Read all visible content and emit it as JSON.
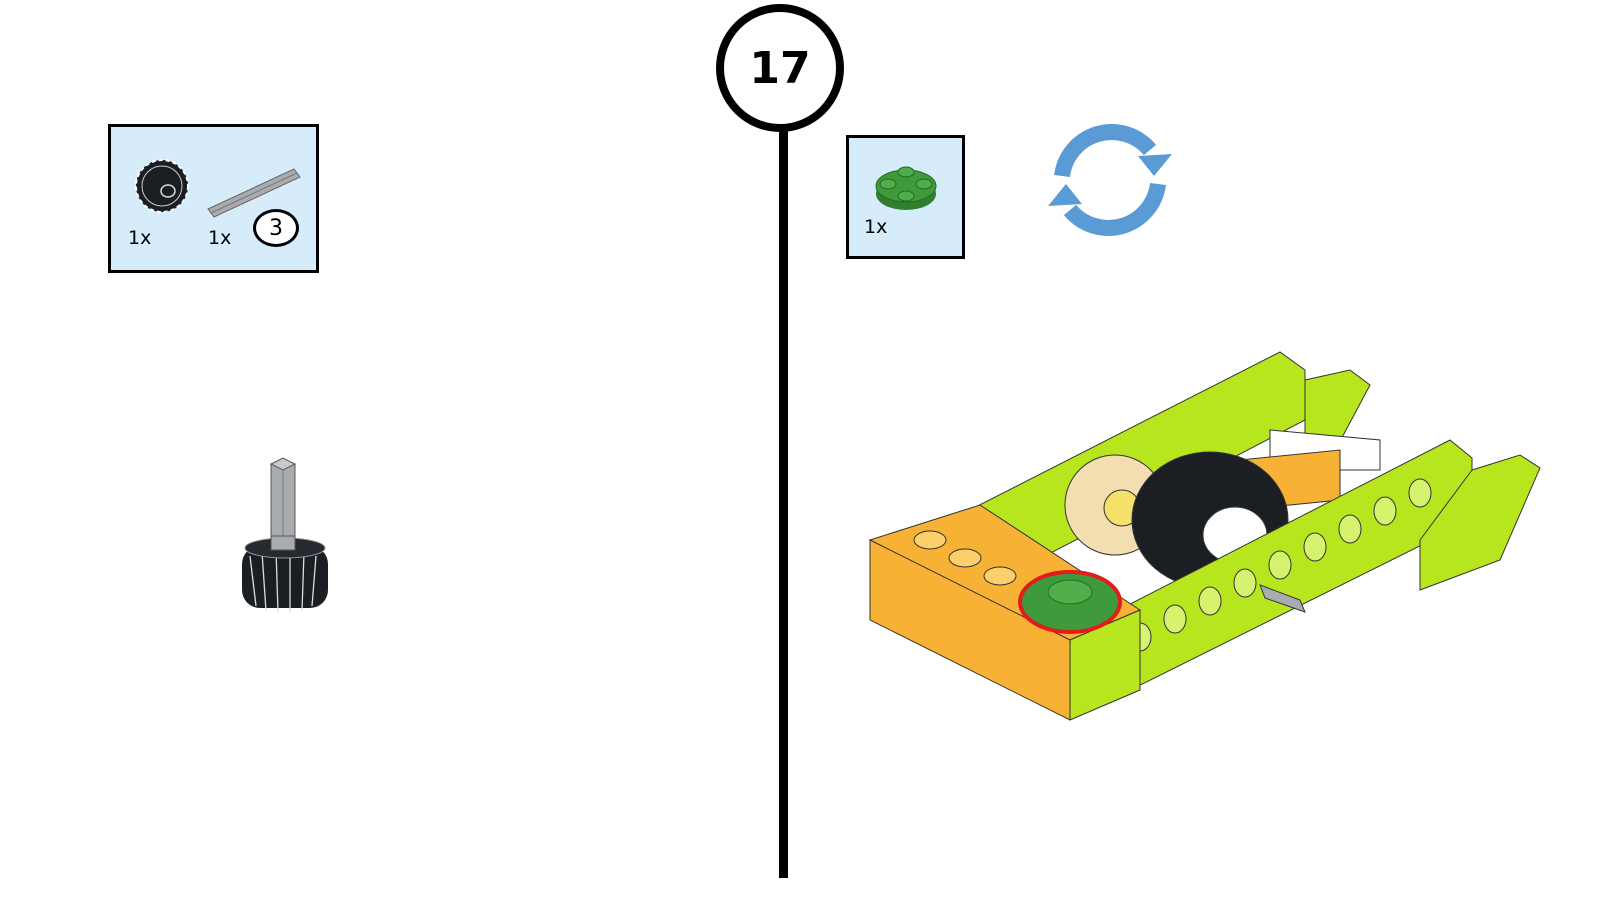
{
  "step": {
    "number": "17"
  },
  "left_panel": {
    "parts": [
      {
        "name": "gear-12-tooth-double-bevel",
        "quantity": "1x",
        "color": "#1b1f24"
      },
      {
        "name": "axle-3",
        "quantity": "1x",
        "length_label": "3",
        "color": "#a9acae"
      }
    ]
  },
  "right_panel": {
    "parts": [
      {
        "name": "round-plate-2x2",
        "quantity": "1x",
        "color": "#3f9a3c"
      }
    ],
    "rotate_icon": {
      "name": "rotate-model-icon",
      "color": "#5b9bd5"
    }
  },
  "colors": {
    "part_box_bg": "#d7ecfb",
    "lime": "#b7e61e",
    "orange": "#f7b236",
    "highlight": "#e31b1b"
  }
}
